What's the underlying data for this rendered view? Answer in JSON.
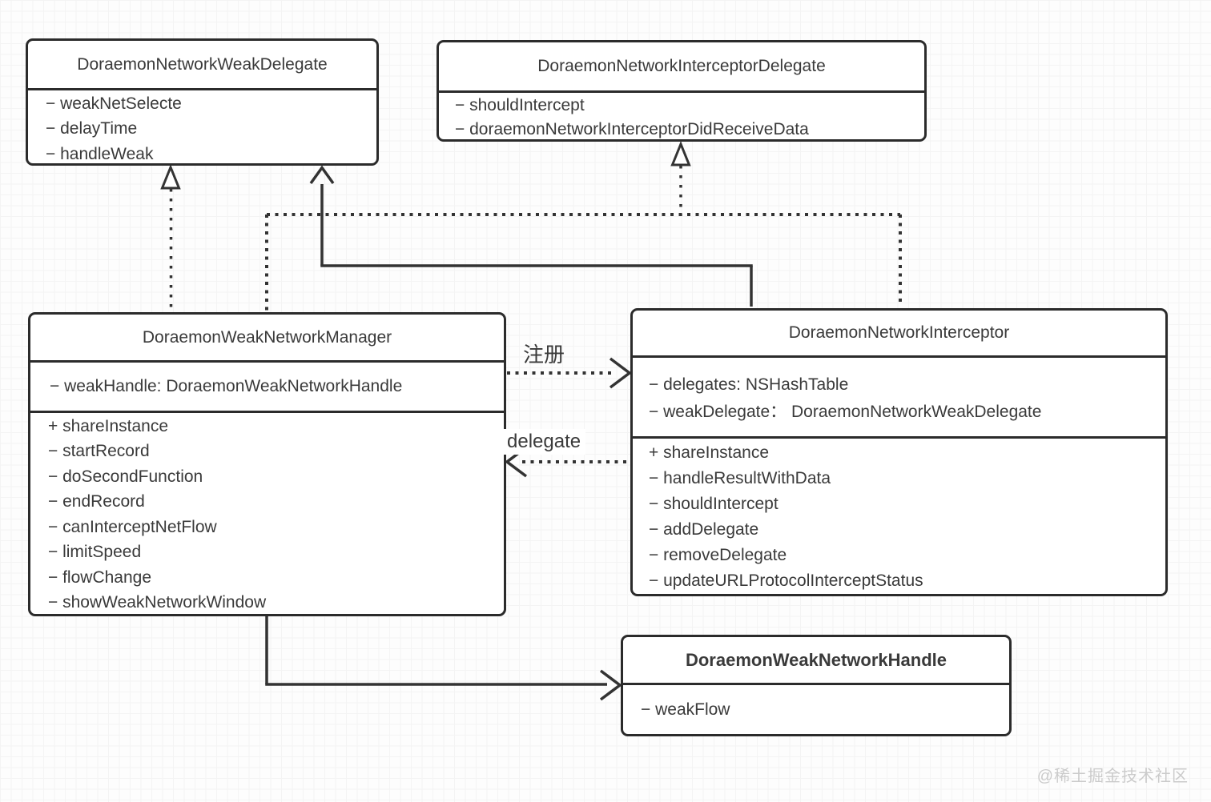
{
  "classes": {
    "weak_delegate": {
      "title": "DoraemonNetworkWeakDelegate",
      "members": [
        "− weakNetSelecte",
        "− delayTime",
        "− handleWeak"
      ]
    },
    "interceptor_delegate": {
      "title": "DoraemonNetworkInterceptorDelegate",
      "members": [
        "− shouldIntercept",
        "− doraemonNetworkInterceptorDidReceiveData"
      ]
    },
    "manager": {
      "title": "DoraemonWeakNetworkManager",
      "attributes": [
        "− weakHandle: DoraemonWeakNetworkHandle"
      ],
      "methods": [
        "+ shareInstance",
        "− startRecord",
        "− doSecondFunction",
        "− endRecord",
        "− canInterceptNetFlow",
        "− limitSpeed",
        "− flowChange",
        "− showWeakNetworkWindow"
      ]
    },
    "interceptor": {
      "title": "DoraemonNetworkInterceptor",
      "attributes": [
        "− delegates: NSHashTable",
        "− weakDelegate： DoraemonNetworkWeakDelegate"
      ],
      "methods": [
        "+ shareInstance",
        "− handleResultWithData",
        "− shouldIntercept",
        "− addDelegate",
        "− removeDelegate",
        "− updateURLProtocolInterceptStatus"
      ]
    },
    "handle": {
      "title": "DoraemonWeakNetworkHandle",
      "members": [
        "− weakFlow"
      ]
    }
  },
  "edges": {
    "register_label": "注册",
    "delegate_label": "delegate"
  },
  "watermark": "@稀土掘金技术社区",
  "colors": {
    "line": "#333333",
    "box_border": "#2b2b2b",
    "text": "#3a3a3a",
    "watermark": "#cbcbcb"
  }
}
